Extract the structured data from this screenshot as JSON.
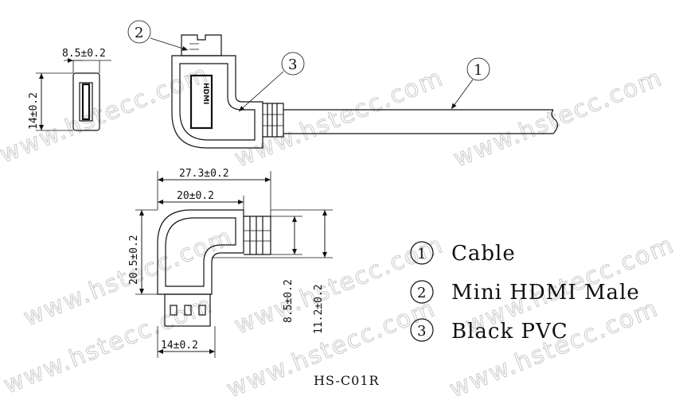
{
  "watermark": "www.hstecc.com",
  "model_label": "HS-C01R",
  "connector_logo": "HDMI",
  "callouts": [
    "1",
    "2",
    "3"
  ],
  "legend": [
    {
      "num": "1",
      "label": "Cable"
    },
    {
      "num": "2",
      "label": "Mini HDMI Male"
    },
    {
      "num": "3",
      "label": "Black PVC"
    }
  ],
  "dimensions": {
    "end_width": "8.5±0.2",
    "end_height": "14±0.2",
    "total_length": "27.3±0.2",
    "body_length": "20±0.2",
    "body_height": "20.5±0.2",
    "plug_width": "14±0.2",
    "cable_offset": "8.5±0.2",
    "strain_relief_height": "11.2±0.2"
  }
}
